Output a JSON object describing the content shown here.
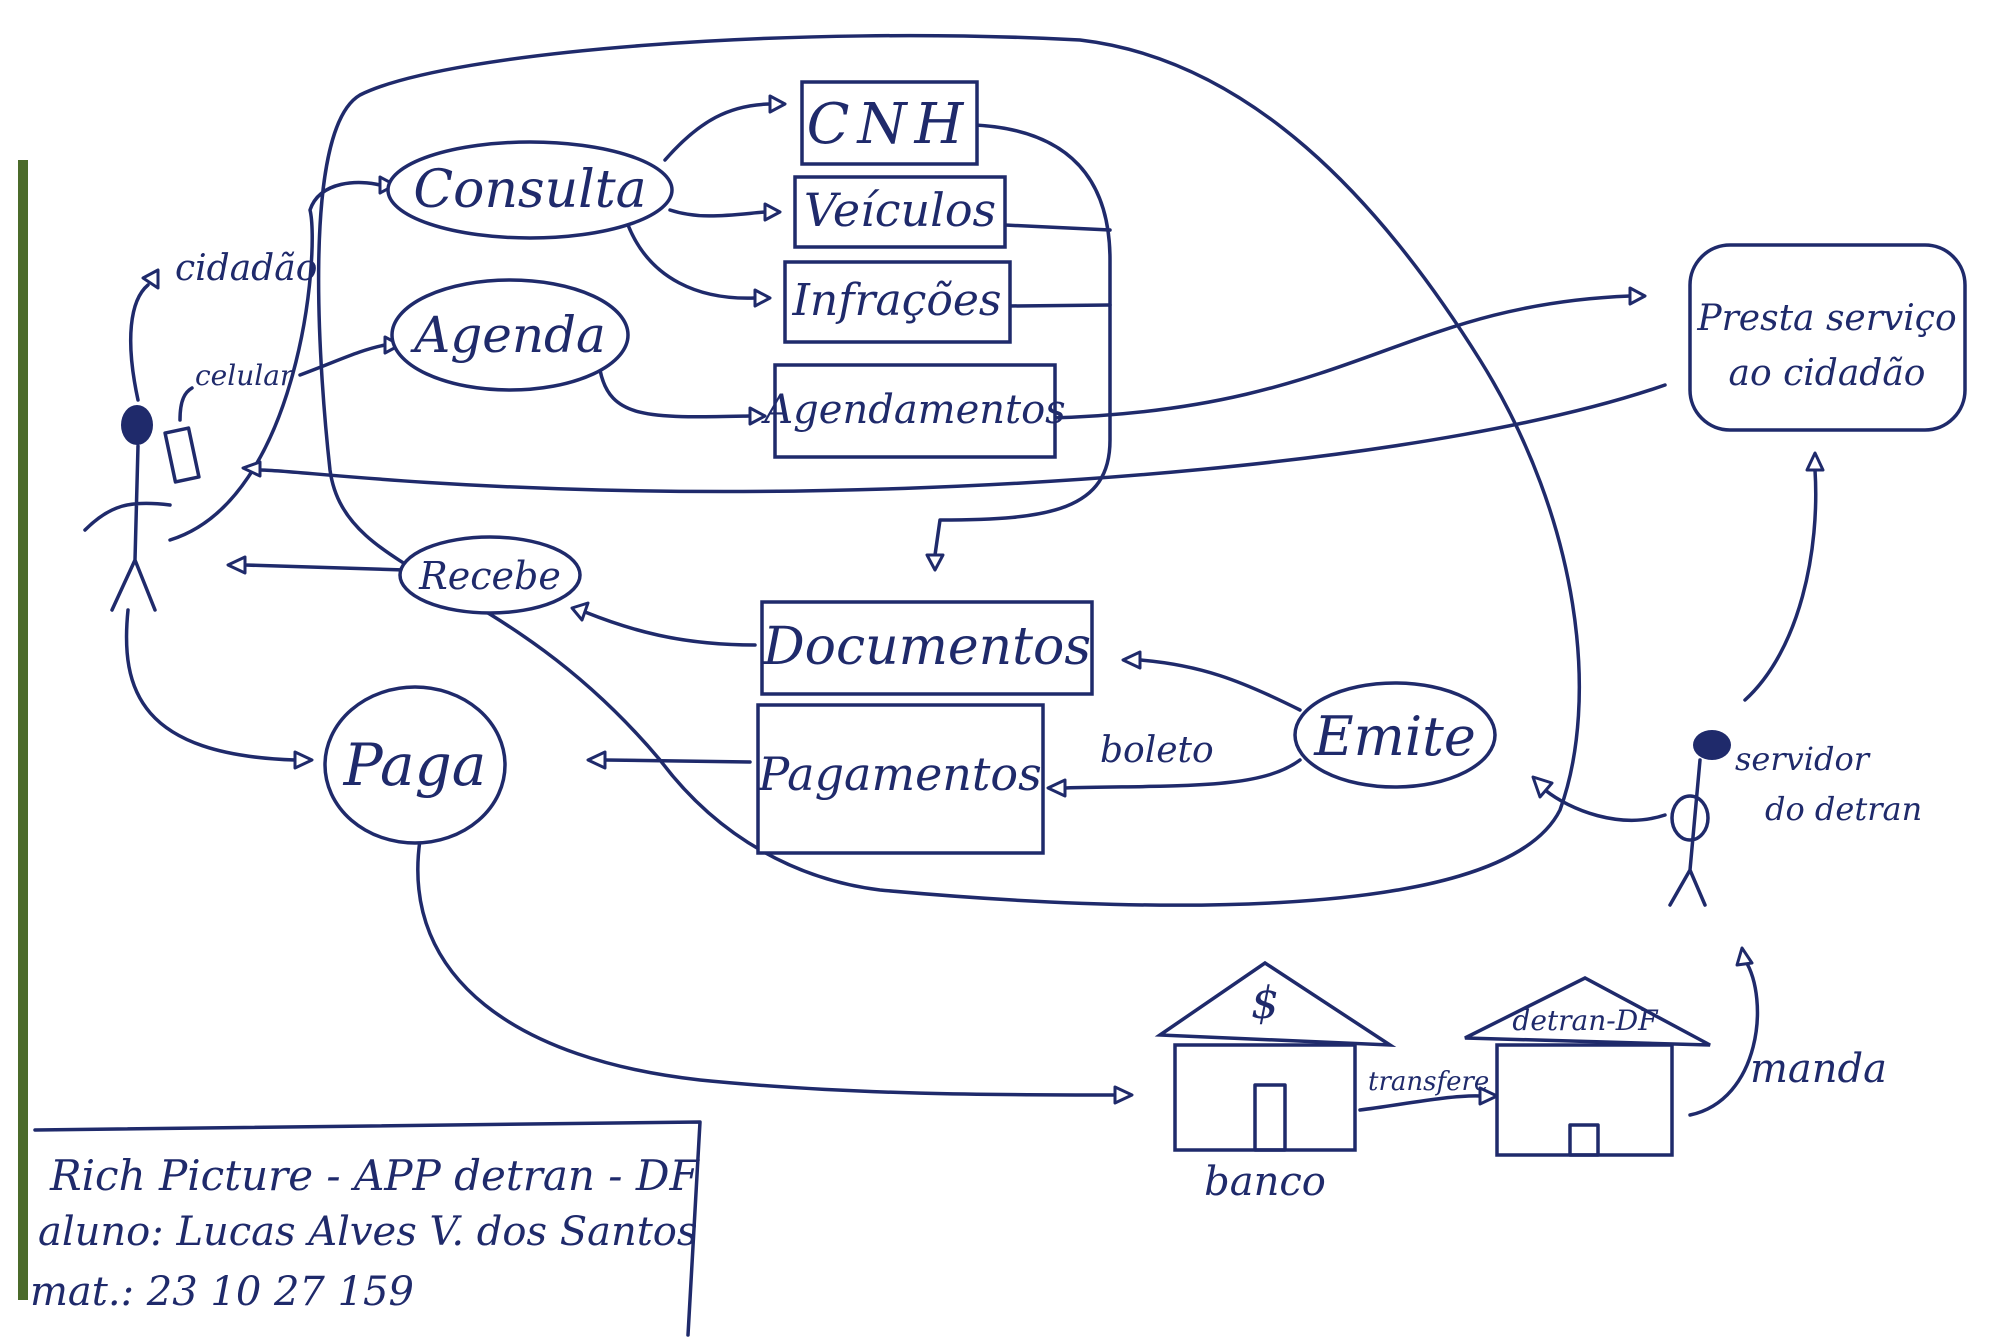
{
  "colors": {
    "ink": "#1f2a6b",
    "paper": "#ffffff",
    "margin_stripe": "#4b6b2a"
  },
  "nodes": {
    "consulta": "Consulta",
    "agenda": "Agenda",
    "recebe": "Recebe",
    "paga": "Paga",
    "emite": "Emite",
    "cnh": "CNH",
    "veiculos": "Veículos",
    "infracoes": "Infrações",
    "agendamentos": "Agendamentos",
    "documentos": "Documentos",
    "pagamentos": "Pagamentos",
    "presta_servico": [
      "Presta serviço",
      "ao cidadão"
    ]
  },
  "actors": {
    "cidadao": "cidadão",
    "celular": "celular",
    "servidor": [
      "servidor",
      "do detran"
    ]
  },
  "buildings": {
    "banco": "banco",
    "banco_symbol": "$",
    "detran": "detran-DF"
  },
  "edge_labels": {
    "boleto": "boleto",
    "transfere": "transfere",
    "manda": "manda"
  },
  "footer": {
    "title": "Rich Picture - APP detran - DF",
    "aluno": "aluno: Lucas Alves V. dos Santos",
    "matricula": "mat.: 23 10 27 159"
  }
}
